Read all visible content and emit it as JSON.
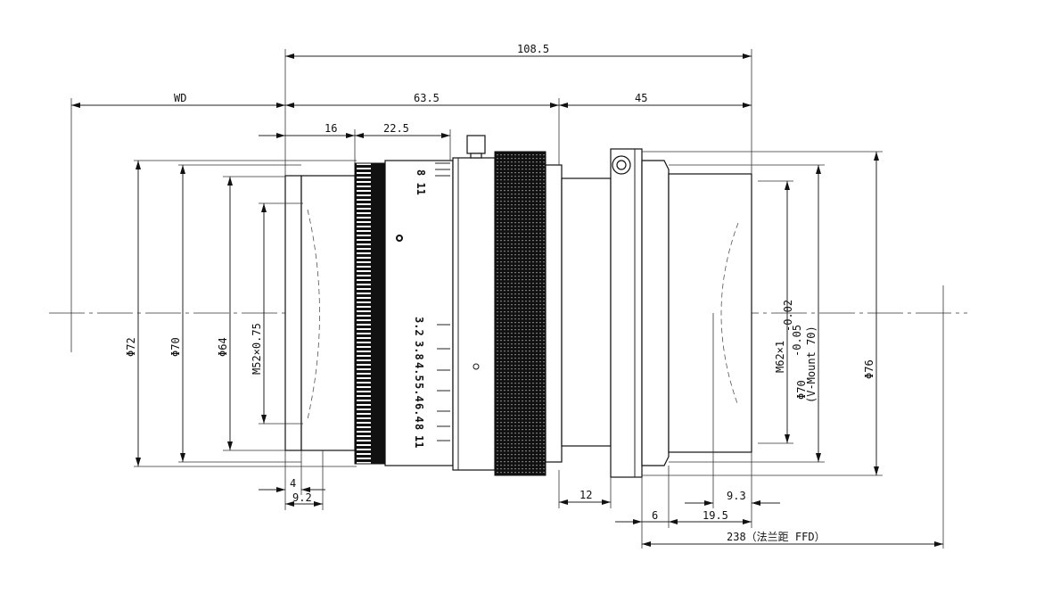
{
  "drawing": {
    "title": "Lens outline dimension drawing",
    "dimensions": {
      "overall_length": "108.5",
      "wd": "WD",
      "front_section": "63.5",
      "rear_section": "45",
      "front_16": "16",
      "focus_22_5": "22.5",
      "d72": "Φ72",
      "d70_front": "Φ70",
      "d64": "Φ64",
      "filter_thread": "M52×0.75",
      "m62": "M62×1",
      "m62_tol": "-0.02",
      "d70_rear": "Φ70",
      "d70_tol": "-0.05",
      "vmount": "(V-Mount 70)",
      "d76": "Φ76",
      "dim_4": "4",
      "dim_9_2": "9.2",
      "dim_12": "12",
      "dim_9_3": "9.3",
      "dim_6": "6",
      "dim_19_5": "19.5",
      "ffd": "238（法兰距 FFD）"
    },
    "aperture_scale": [
      "3.2",
      "3.8",
      "4.5",
      "5.4",
      "6.4",
      "8",
      "11"
    ],
    "top_marks": "8 11"
  }
}
